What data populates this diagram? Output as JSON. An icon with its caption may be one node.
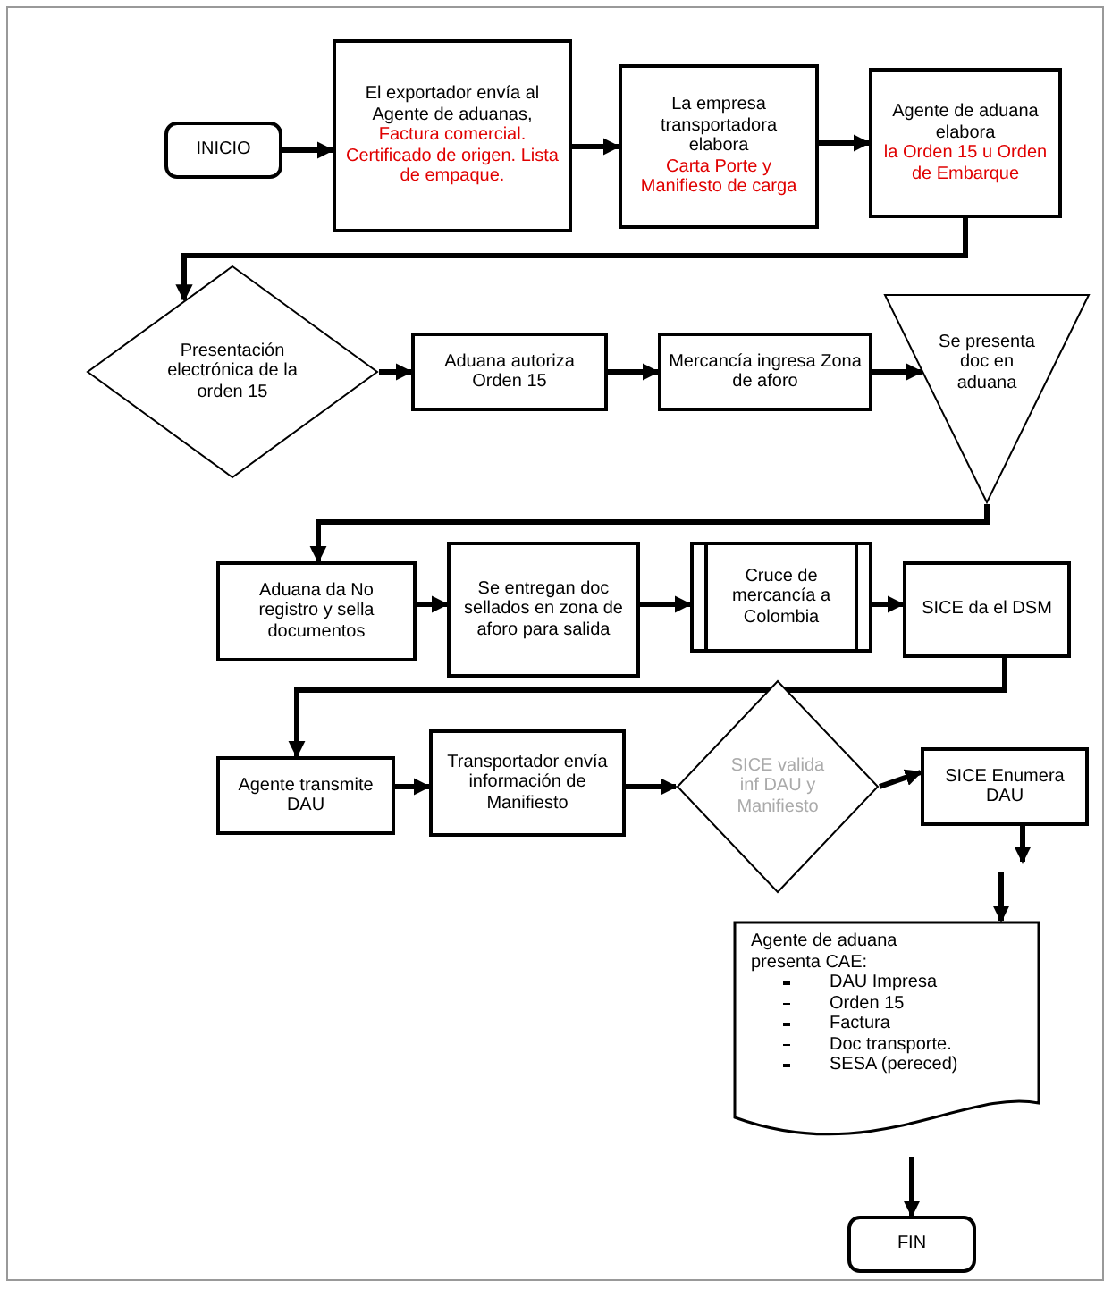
{
  "diagram": {
    "nodes": [
      {
        "text": [
          "INICIO"
        ]
      },
      {
        "text": [
          "El exportador envía al Agente de aduanas,",
          "Factura comercial. Certificado de origen. Lista de empaque."
        ]
      },
      {
        "text": [
          "La empresa transportadora elabora",
          "Carta Porte y Manifiesto de carga"
        ]
      },
      {
        "text": [
          "Agente de aduana elabora",
          "la Orden 15 u Orden de Embarque"
        ]
      },
      {
        "text": [
          "Presentación electrónica de la orden 15"
        ]
      },
      {
        "text": [
          "Aduana autoriza Orden 15"
        ]
      },
      {
        "text": [
          "Mercancía ingresa Zona de aforo"
        ]
      },
      {
        "text": [
          "Se presenta doc en aduana"
        ]
      },
      {
        "text": [
          "Aduana da No registro y sella documentos"
        ]
      },
      {
        "text": [
          "Se entregan doc sellados en zona de aforo para salida"
        ]
      },
      {
        "text": [
          "Cruce de mercancía a Colombia"
        ]
      },
      {
        "text": [
          "SICE da el DSM"
        ]
      },
      {
        "text": [
          "Agente transmite DAU"
        ]
      },
      {
        "text": [
          "Transportador envía información de Manifiesto"
        ]
      },
      {
        "text": [
          "SICE valida inf DAU y Manifiesto"
        ]
      },
      {
        "text": [
          "SICE Enumera DAU"
        ]
      },
      {
        "text": [
          "Agente de aduana presenta CAE:",
          "DAU Impresa",
          "Orden 15",
          "Factura",
          "Doc transporte.",
          "SESA (pereced)"
        ]
      },
      {
        "text": [
          "FIN"
        ]
      }
    ],
    "edges": [
      {
        "from": 0,
        "to": 1,
        "arrow": "to"
      },
      {
        "from": 1,
        "to": 2,
        "arrow": "to"
      },
      {
        "from": 2,
        "to": 3,
        "arrow": "to"
      },
      {
        "from": 3,
        "to": 4,
        "arrow": "to"
      },
      {
        "from": 4,
        "to": 5,
        "arrow": "to"
      },
      {
        "from": 5,
        "to": 6,
        "arrow": "to"
      },
      {
        "from": 6,
        "to": 7,
        "arrow": "to"
      },
      {
        "from": 7,
        "to": 8,
        "arrow": "to"
      },
      {
        "from": 8,
        "to": 9,
        "arrow": "to"
      },
      {
        "from": 9,
        "to": 10,
        "arrow": "to"
      },
      {
        "from": 10,
        "to": 11,
        "arrow": "to"
      },
      {
        "from": 11,
        "to": 12,
        "arrow": "to"
      },
      {
        "from": 12,
        "to": 13,
        "arrow": "to"
      },
      {
        "from": 13,
        "to": 14,
        "arrow": "to"
      },
      {
        "from": 14,
        "to": 15,
        "arrow": "to"
      },
      {
        "from": 15,
        "to": null,
        "arrow": "to"
      },
      {
        "from": null,
        "to": 16,
        "arrow": "to"
      },
      {
        "from": 16,
        "to": 17,
        "arrow": "to"
      }
    ]
  }
}
